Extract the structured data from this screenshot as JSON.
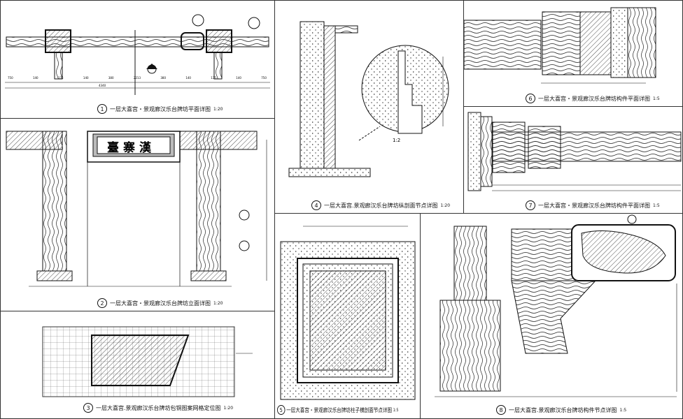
{
  "panels": [
    {
      "num": "1",
      "caption": "一层大喜宫・景观廊汉乐台牌坊平面详图",
      "scale": "1:20"
    },
    {
      "num": "2",
      "caption": "一层大喜宫・景观廊汉乐台牌坊立面详图",
      "scale": "1:20"
    },
    {
      "num": "3",
      "caption": "一层大喜宫.景观廊汉乐台牌坊包铜图案网格定位图",
      "scale": "1:20"
    },
    {
      "num": "4",
      "caption": "一层大喜宫.景观廊汉乐台牌坊纵剖面节点详图",
      "scale": "1:20"
    },
    {
      "num": "5",
      "caption": "一层大喜宫・景观廊汉乐台牌坊柱子横剖面节点详图",
      "scale": "1:5"
    },
    {
      "num": "6",
      "caption": "一层大喜宫・景观廊汉乐台牌坊构件平面详图",
      "scale": "1:5"
    },
    {
      "num": "7",
      "caption": "一层大喜宫・景观廊汉乐台牌坊构件平面详图",
      "scale": "1:5"
    },
    {
      "num": "8",
      "caption": "一层大喜宫.景观廊汉乐台牌坊构件节点详图",
      "scale": "1:5"
    }
  ],
  "sign_text": "臺寨漢",
  "plan_dims": [
    "750",
    "140",
    "135",
    "140",
    "380",
    "2213",
    "380",
    "140",
    "135",
    "140",
    "750"
  ],
  "plan_total": "4340",
  "detail_ratio": "1:2"
}
